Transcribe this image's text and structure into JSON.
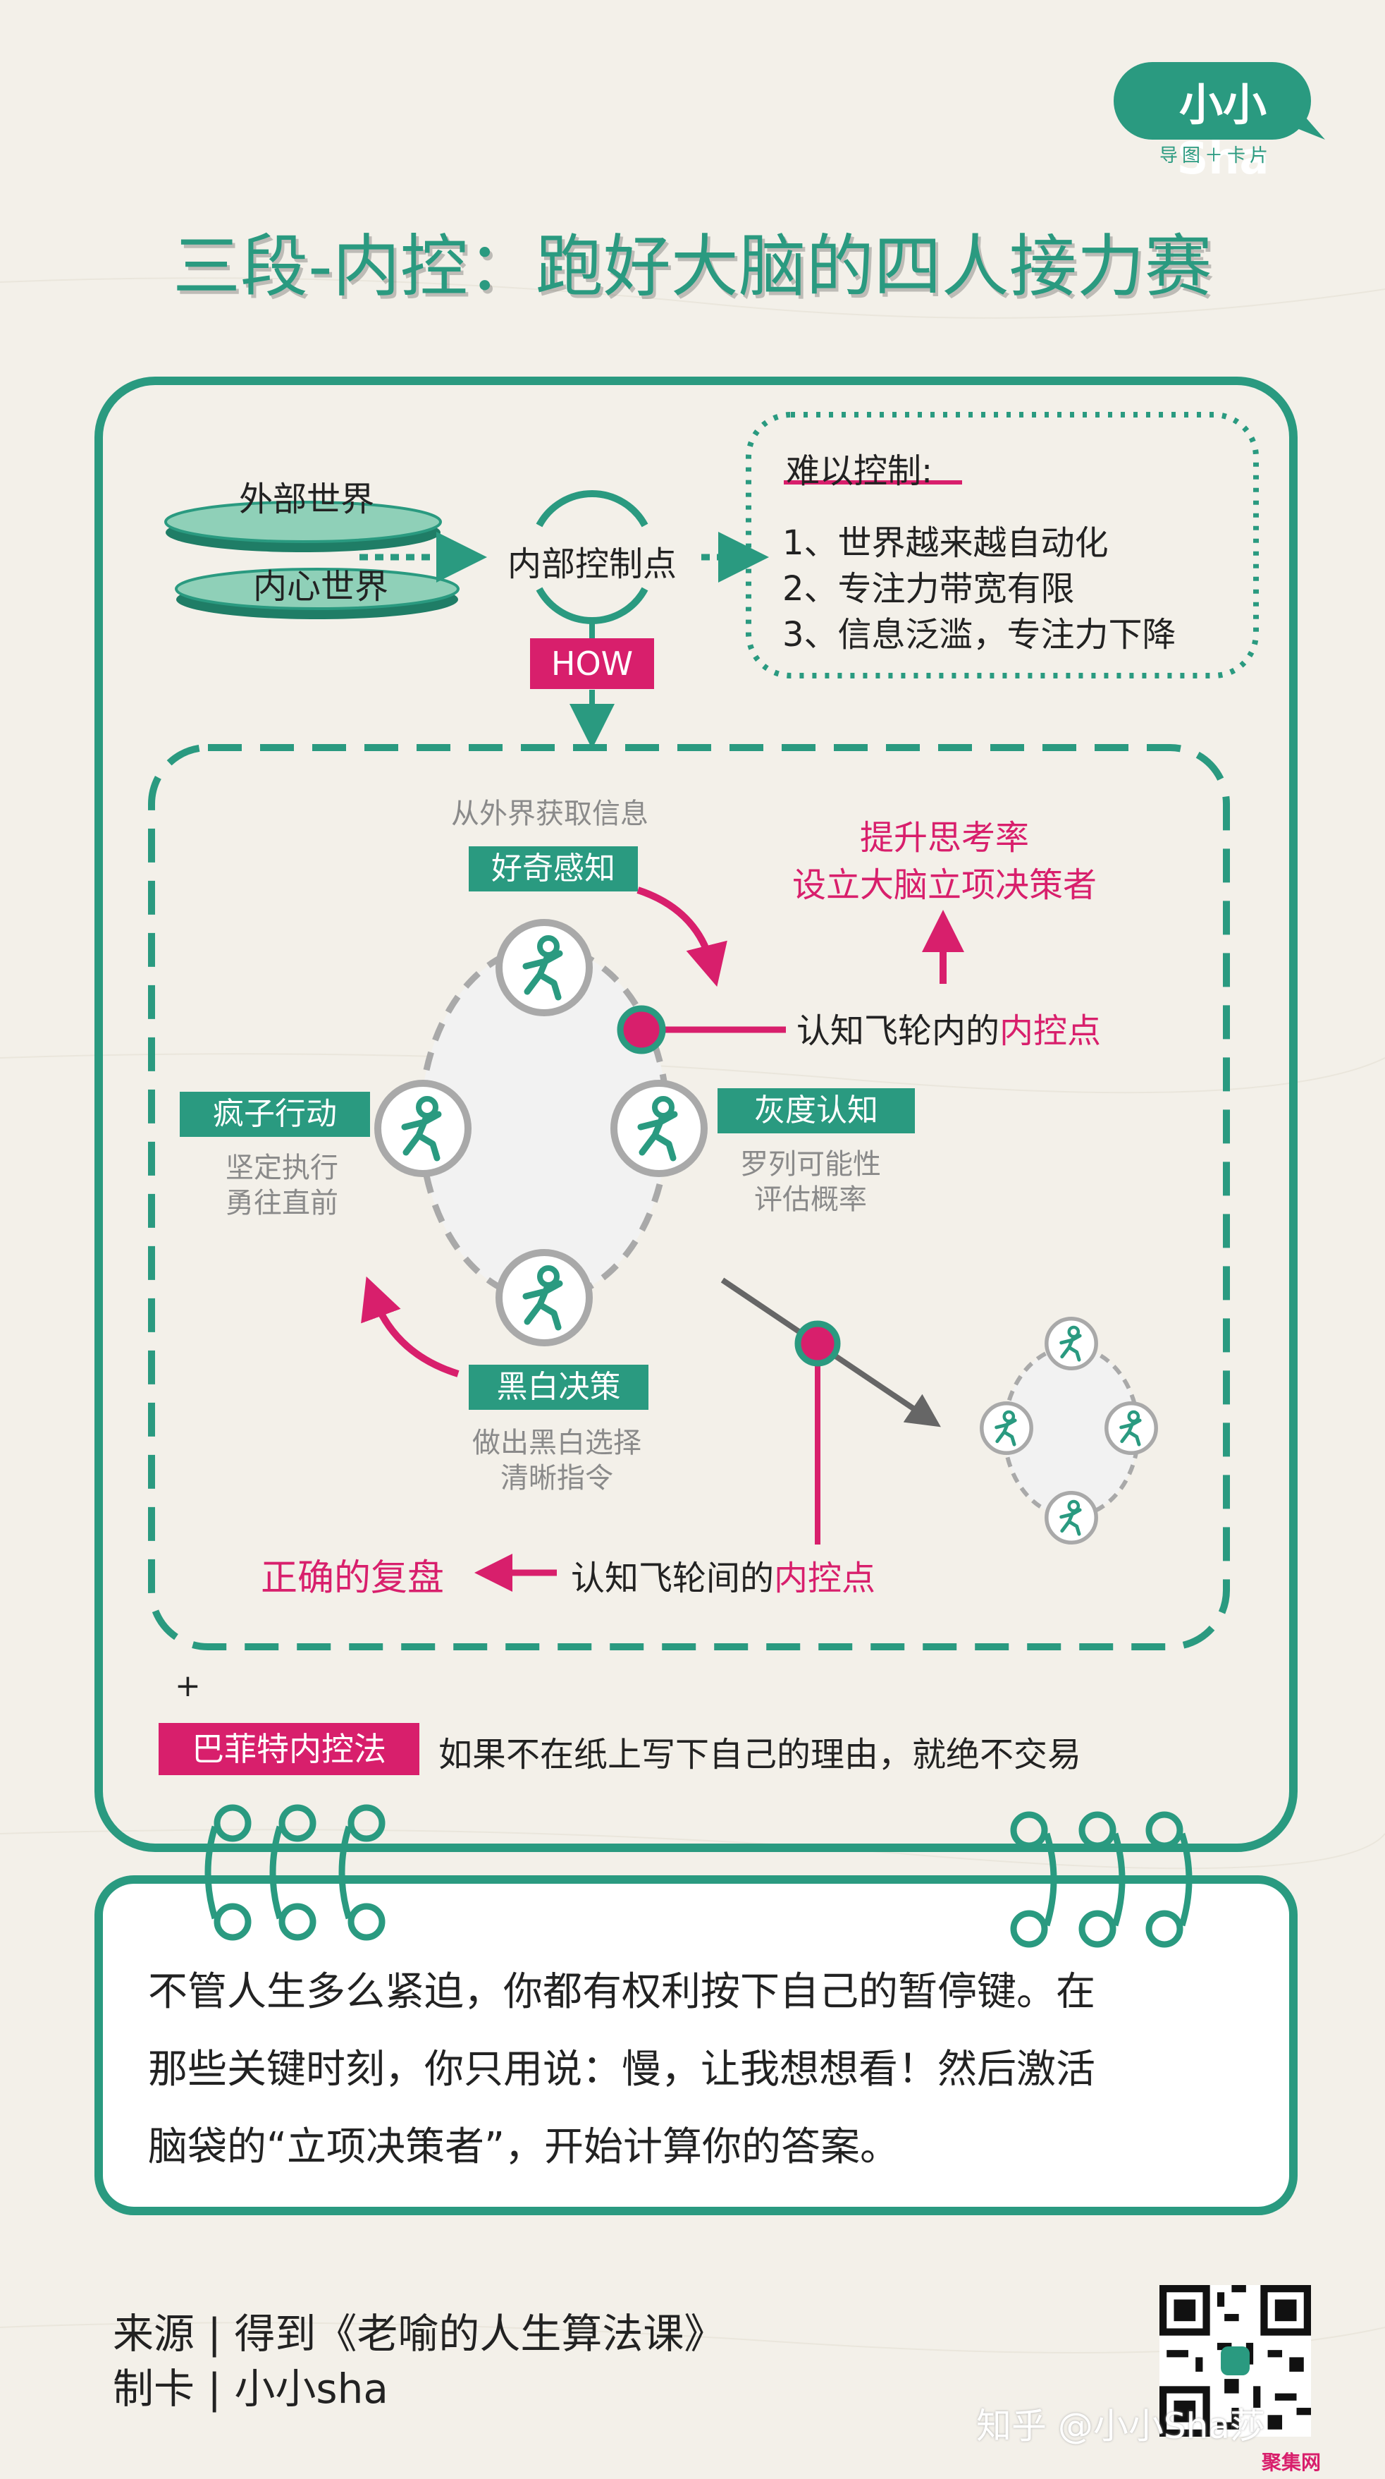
{
  "brand": {
    "logo_text": "小小Sha",
    "logo_sub": "导图＋卡片"
  },
  "title": "三段-内控：跑好大脑的四人接力赛",
  "top": {
    "disc_outer": "外部世界",
    "disc_inner": "内心世界",
    "center_label": "内部控制点",
    "how_label": "HOW",
    "difficulty_title": "难以控制:",
    "difficulties": [
      "1、世界越来越自动化",
      "2、专注力带宽有限",
      "3、信息泛滥，专注力下降"
    ]
  },
  "cycle": {
    "top_caption": "从外界获取信息",
    "curiosity_tag": "好奇感知",
    "gray_tag": "灰度认知",
    "gray_sub": [
      "罗列可能性",
      "评估概率"
    ],
    "crazy_tag": "疯子行动",
    "crazy_sub": [
      "坚定执行",
      "勇往直前"
    ],
    "decision_tag": "黑白决策",
    "decision_sub": [
      "做出黑白选择",
      "清晰指令"
    ],
    "goal_lines": [
      "提升思考率",
      "设立大脑立项决策者"
    ],
    "inner_point_prefix": "认知飞轮内的",
    "inner_point_em": "内控点",
    "between_point_prefix": "认知飞轮间的",
    "between_point_em": "内控点",
    "review_label": "正确的复盘"
  },
  "buffett": {
    "plus": "+",
    "tag": "巴菲特内控法",
    "text": "如果不在纸上写下自己的理由，就绝不交易"
  },
  "note_lines": [
    "不管人生多么紧迫，你都有权利按下自己的暂停键。在",
    "那些关键时刻，你只用说：慢，让我想想看！然后激活",
    "脑袋的“立项决策者”，开始计算你的答案。"
  ],
  "footer": {
    "source": "来源 | 得到《老喻的人生算法课》",
    "maker": "制卡 | 小小sha"
  },
  "watermark": "知乎 @小小Sha莎",
  "watermark_site": "聚集网",
  "colors": {
    "green": "#2a9a80",
    "pink": "#d81f6c",
    "paper": "#f3f0e9"
  }
}
